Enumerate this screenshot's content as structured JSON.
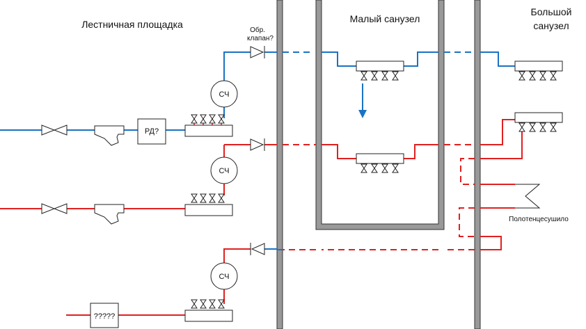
{
  "labels": {
    "landing": "Лестничная площадка",
    "small_bathroom": "Малый санузел",
    "big_bathroom_line1": "Большой",
    "big_bathroom_line2": "санузел",
    "check_valve_line1": "Обр.",
    "check_valve_line2": "клапан?",
    "pressure_regulator": "РД?",
    "unknown_device": "?????",
    "meter_1": "СЧ",
    "meter_2": "СЧ",
    "meter_3": "СЧ",
    "towel_dryer": "Полотенцесушило"
  },
  "colors": {
    "cold_water": "#1a73c2",
    "hot_water": "#e02020",
    "wall_fill": "#999999",
    "wall_stroke": "#333333",
    "device_stroke": "#222222"
  },
  "icons": {
    "ball_valve": "ball-valve-icon",
    "strainer": "strainer-icon",
    "check_valve": "check-valve-icon",
    "manifold": "manifold-icon",
    "meter": "water-meter-icon",
    "flow_arrow": "arrow-down-icon"
  }
}
